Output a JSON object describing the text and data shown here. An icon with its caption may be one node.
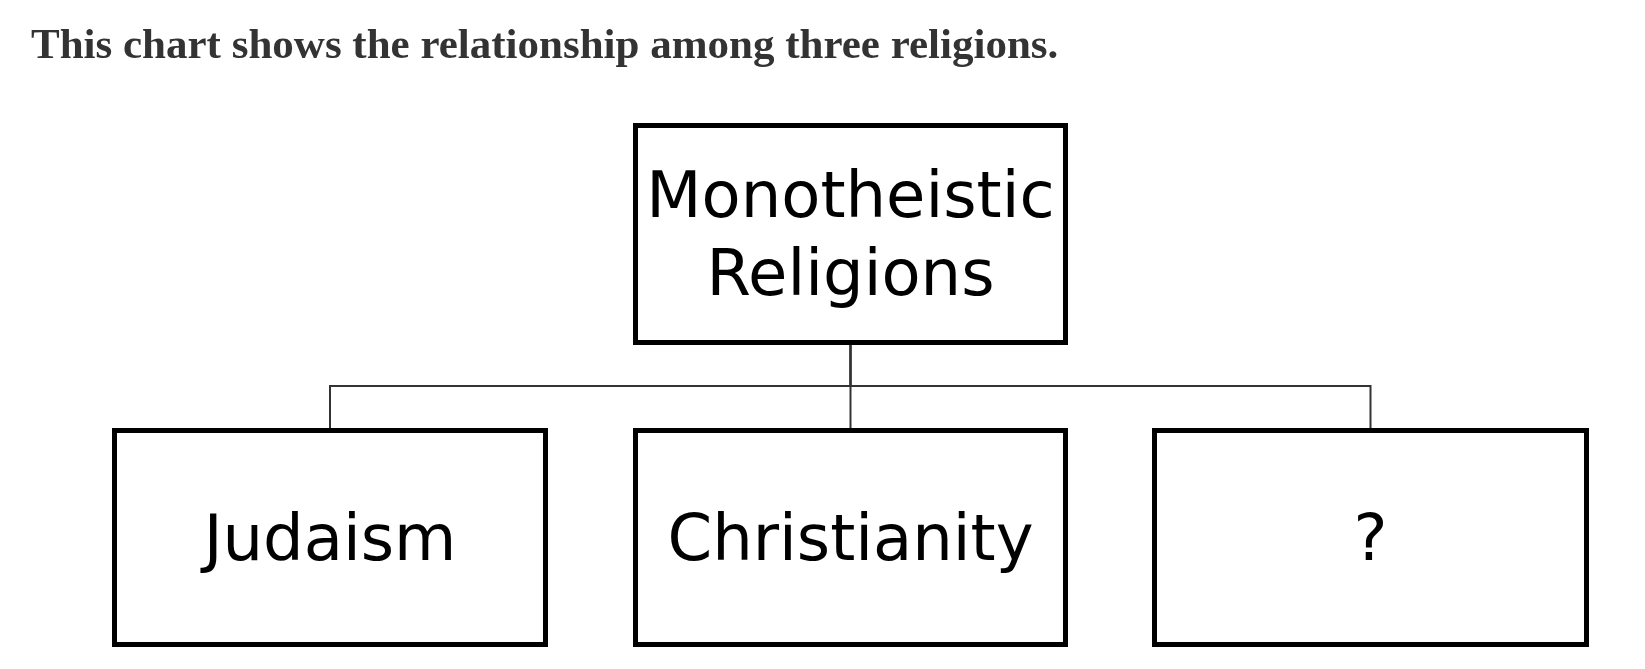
{
  "diagram": {
    "title": "This chart shows the relationship among three religions.",
    "nodes": [
      {
        "text": [
          "Monotheistic Religions"
        ]
      },
      {
        "text": [
          "Judaism"
        ]
      },
      {
        "text": [
          "Christianity"
        ]
      },
      {
        "text": [
          "?"
        ]
      }
    ],
    "edges": [
      {
        "from": 0,
        "to": 1,
        "arrow": "none"
      },
      {
        "from": 0,
        "to": 2,
        "arrow": "none"
      },
      {
        "from": 0,
        "to": 3,
        "arrow": "none"
      }
    ]
  }
}
